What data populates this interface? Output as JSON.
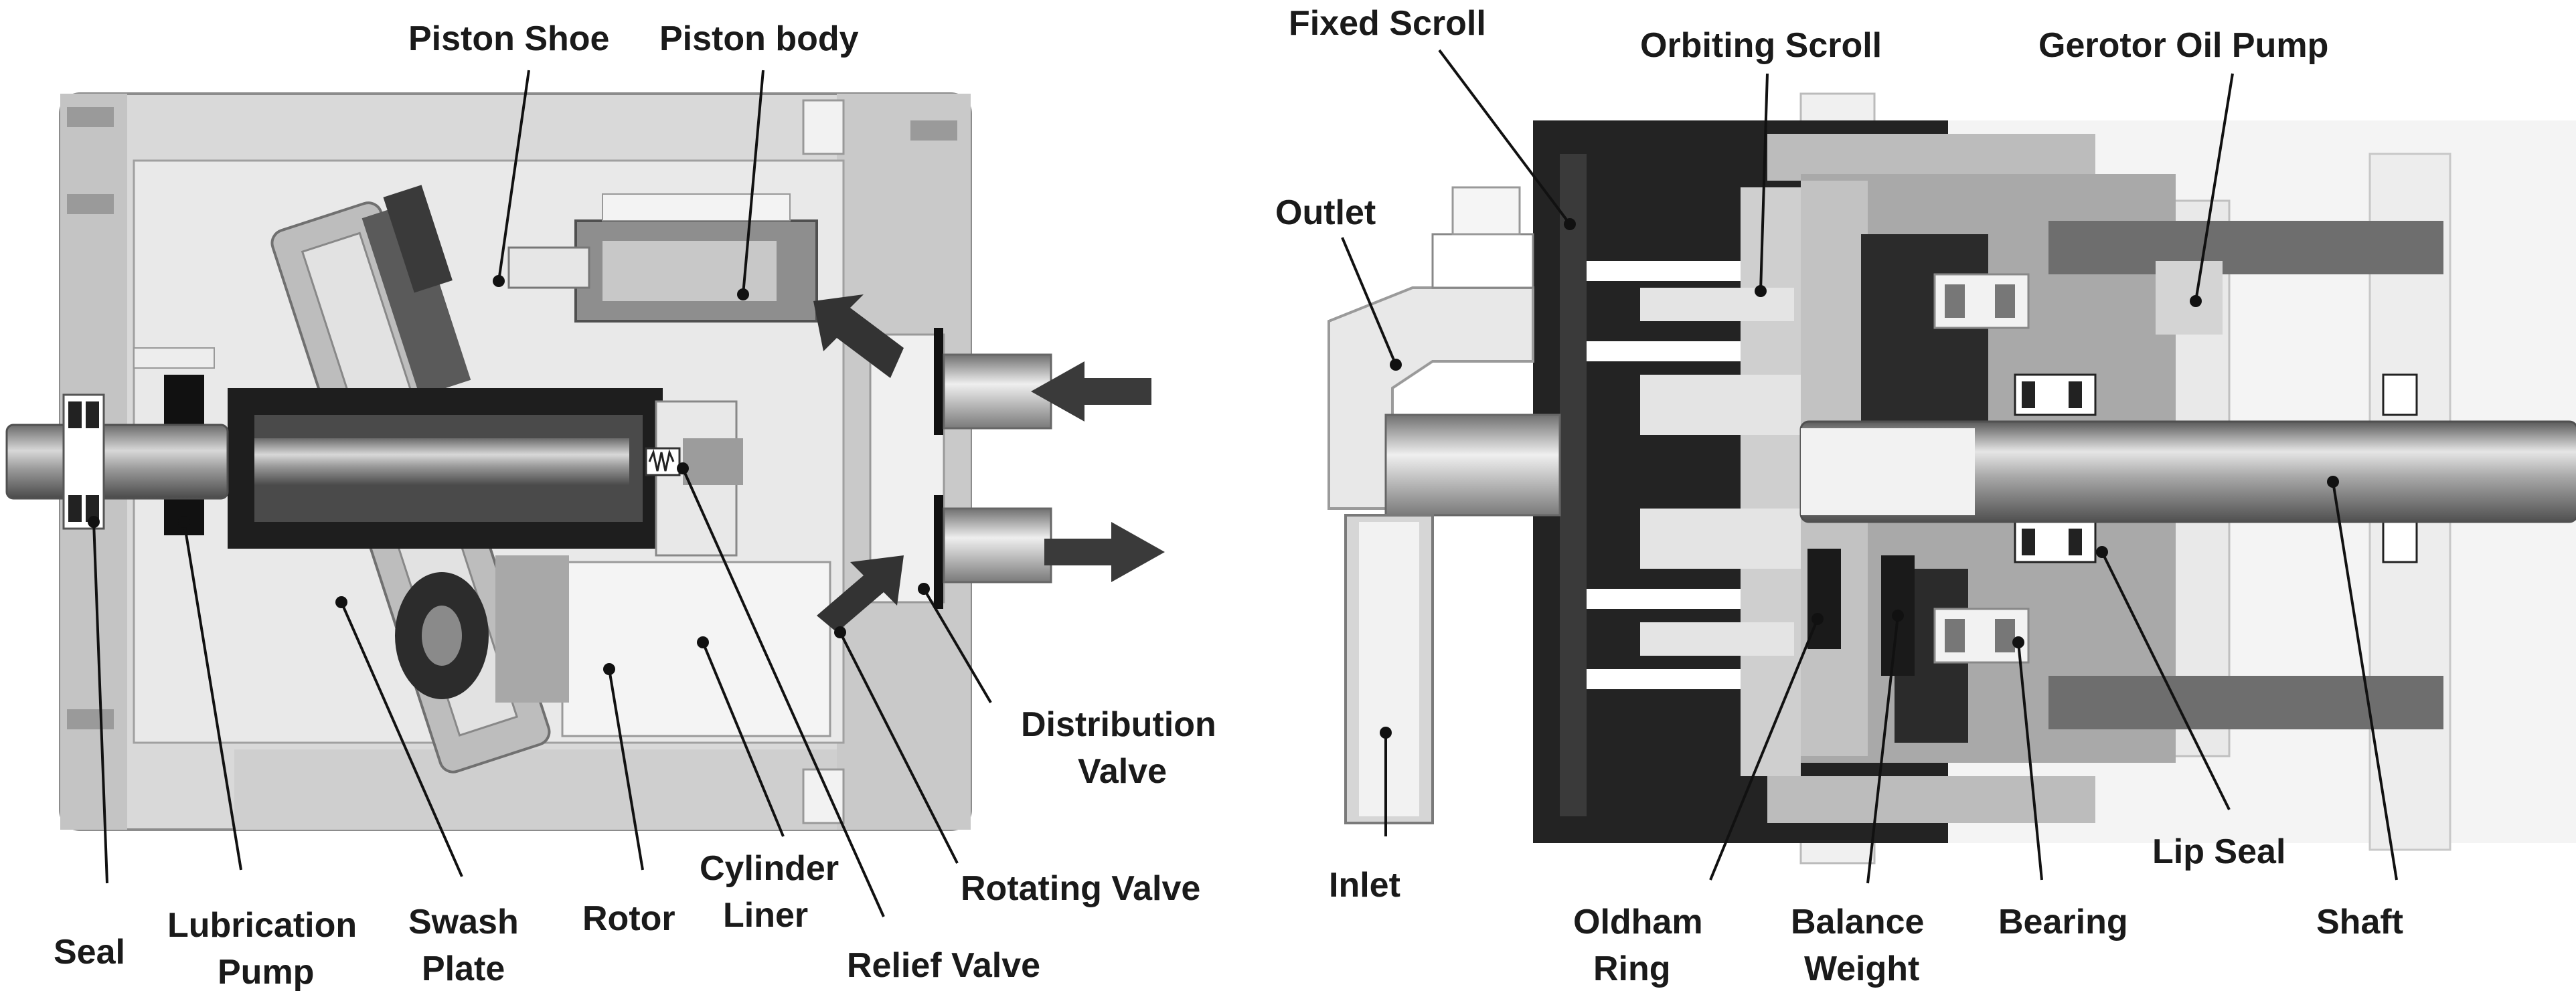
{
  "left_labels": {
    "piston_shoe": "Piston Shoe",
    "piston_body": "Piston body",
    "distribution_valve_1": "Distribution",
    "distribution_valve_2": "Valve",
    "rotating_valve": "Rotating Valve",
    "relief_valve": "Relief Valve",
    "cylinder_liner_1": "Cylinder",
    "cylinder_liner_2": "Liner",
    "rotor": "Rotor",
    "swash_plate_1": "Swash",
    "swash_plate_2": "Plate",
    "lubrication_pump_1": "Lubrication",
    "lubrication_pump_2": "Pump",
    "seal": "Seal"
  },
  "right_labels": {
    "fixed_scroll": "Fixed Scroll",
    "orbiting_scroll": "Orbiting Scroll",
    "gerotor_oil_pump": "Gerotor Oil Pump",
    "outlet": "Outlet",
    "inlet": "Inlet",
    "oldham_ring_1": "Oldham",
    "oldham_ring_2": "Ring",
    "balance_weight_1": "Balance",
    "balance_weight_2": "Weight",
    "bearing": "Bearing",
    "lip_seal": "Lip Seal",
    "shaft": "Shaft"
  }
}
